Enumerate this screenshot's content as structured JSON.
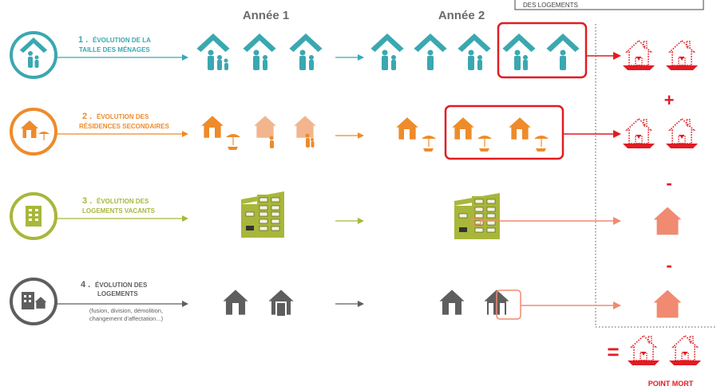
{
  "colors": {
    "teal": "#3aa8b0",
    "orange": "#ee8b2a",
    "peach": "#f2b58e",
    "green": "#a8b73a",
    "gray": "#5e5e5e",
    "red": "#e11b22",
    "salmon": "#f08a70"
  },
  "header": {
    "year1": "Année 1",
    "year2": "Année 2",
    "top_box_text": "DES LOGEMENTS"
  },
  "rows": [
    {
      "num": "1 .",
      "title_line1": "ÉVOLUTION DE LA",
      "title_line2": "TAILLE DES MÉNAGES",
      "icon": "family-house-icon"
    },
    {
      "num": "2 .",
      "title_line1": "ÉVOLUTION DES",
      "title_line2": "RÉSIDENCES  SECONDAIRES",
      "icon": "holiday-house-icon"
    },
    {
      "num": "3 .",
      "title_line1": "ÉVOLUTION  DES",
      "title_line2": "LOGEMENTS VACANTS",
      "icon": "apartment-building-icon"
    },
    {
      "num": "4 .",
      "title_line1": "ÉVOLUTION DES",
      "title_line2": "LOGEMENTS",
      "note_line1": "(fusion, division, démolition,",
      "note_line2": "changement d'affectation...)",
      "icon": "buildings-icon"
    }
  ],
  "operators": {
    "plus": "+",
    "minus1": "-",
    "minus2": "-",
    "equals": "="
  },
  "result": {
    "label": "POINT MORT"
  }
}
